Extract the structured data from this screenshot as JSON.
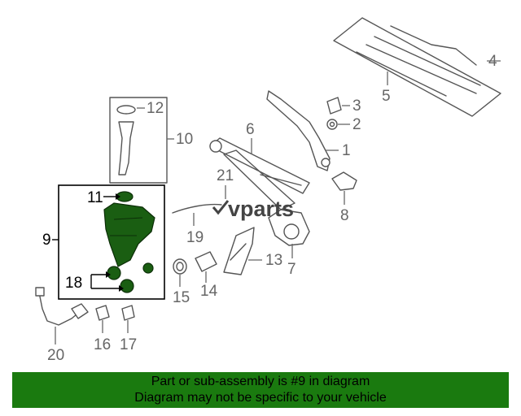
{
  "watermark": "vparts",
  "callouts": {
    "c1": "1",
    "c2": "2",
    "c3": "3",
    "c4": "4",
    "c5": "5",
    "c6": "6",
    "c7": "7",
    "c8": "8",
    "c9": "9",
    "c10": "10",
    "c11": "11",
    "c12": "12",
    "c13": "13",
    "c14": "14",
    "c15": "15",
    "c16": "16",
    "c17": "17",
    "c18": "18",
    "c19": "19",
    "c20": "20",
    "c21": "21"
  },
  "colors": {
    "highlight": "#1a5e12",
    "banner": "#1a7a0f"
  },
  "footer": {
    "line1": "Part or sub-assembly is #9 in diagram",
    "line2": "Diagram may not be specific to your vehicle"
  }
}
